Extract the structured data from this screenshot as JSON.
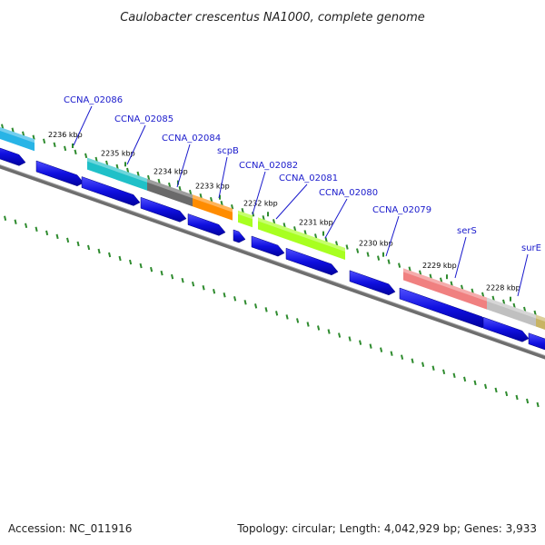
{
  "title": "Caulobacter crescentus NA1000, complete genome",
  "footer": {
    "accession": "Accession: NC_011916",
    "summary": "Topology: circular; Length: 4,042,929 bp; Genes: 3,933"
  },
  "colors": {
    "forward_cds": "#1010e0",
    "backbone": "#808080",
    "gc_tick": "#2e8b2e",
    "label": "#1a1acc"
  },
  "kbp_ticks": [
    "2236 kbp",
    "2235 kbp",
    "2234 kbp",
    "2233 kbp",
    "2232 kbp",
    "2231 kbp",
    "2230 kbp",
    "2229 kbp",
    "2228 kbp"
  ],
  "gene_labels": [
    "CCNA_02086",
    "CCNA_02085",
    "CCNA_02084",
    "scpB",
    "CCNA_02082",
    "CCNA_02081",
    "CCNA_02080",
    "CCNA_02079",
    "serS",
    "surE"
  ],
  "feature_colors": [
    "#28b4e6",
    "#20c0c8",
    "#6a6a6a",
    "#ff8c00",
    "#a8ff20",
    "#a8ff20",
    "#f08080",
    "#c0c0c0",
    "#c8b464"
  ]
}
